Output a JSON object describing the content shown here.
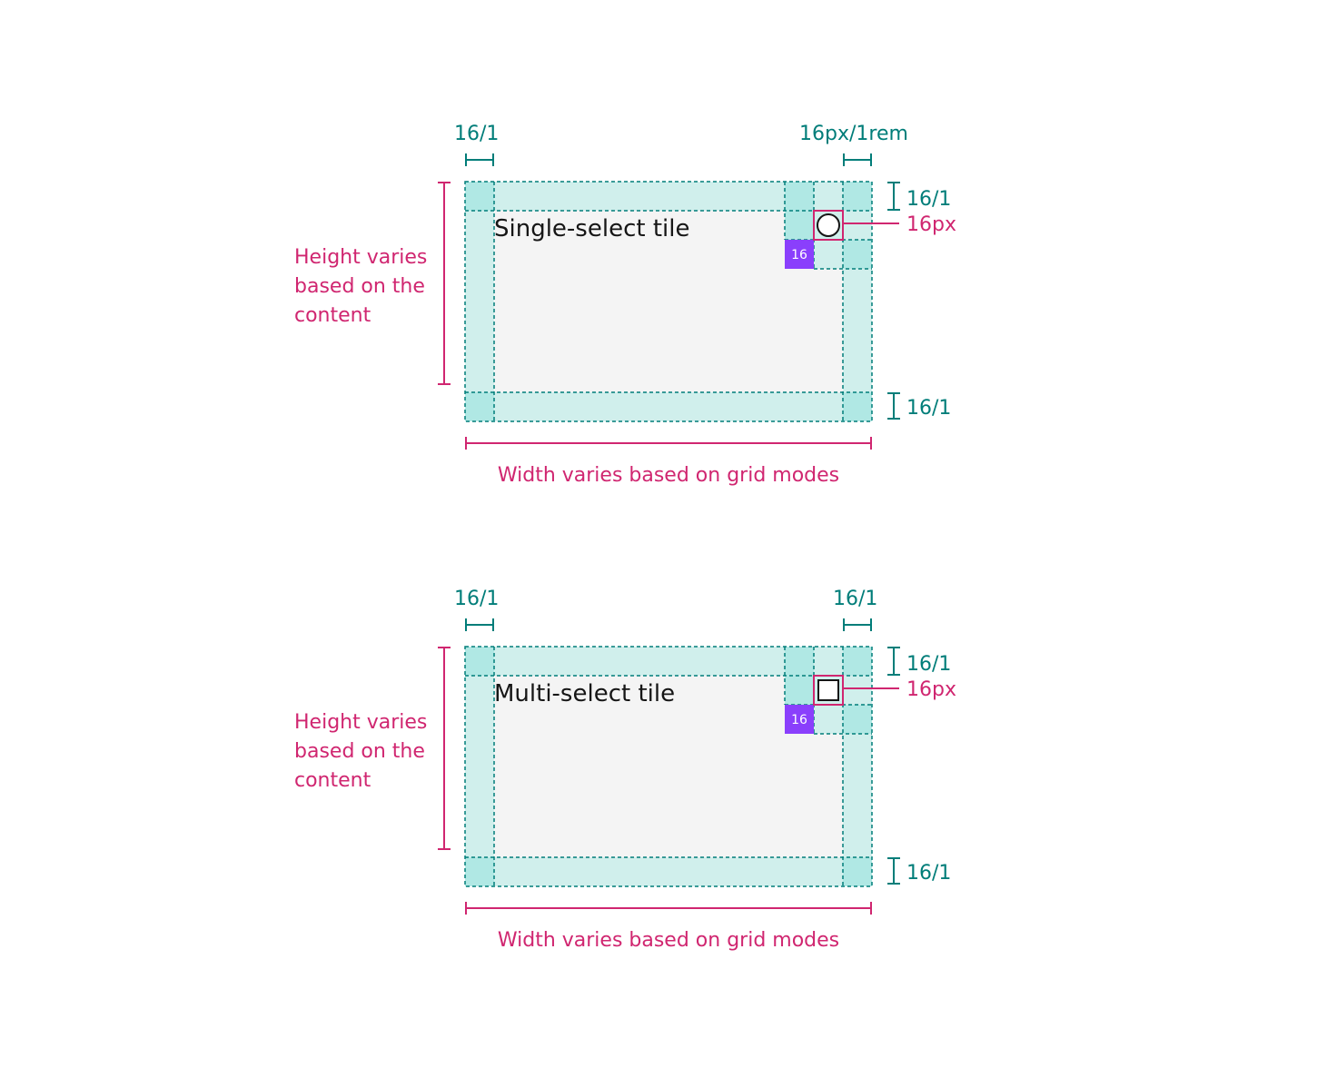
{
  "colors": {
    "tile_background": "#f4f4f4",
    "padding_fill": "#d0efec",
    "corner_fill": "#b0e8e4",
    "grid_line": "#007d79",
    "teal_annotation": "#007d79",
    "magenta_annotation": "#d02670",
    "badge": "#8a3ffc"
  },
  "diagrams": [
    {
      "tile_title": "Single-select tile",
      "control_icon": "radio-button-icon",
      "top_left_spacing": "16/1",
      "top_right_spacing": "16px/1rem",
      "right_top_spacing": "16/1",
      "control_size": "16px",
      "bottom_spacing": "16/1",
      "badge": "16",
      "height_note": [
        "Height varies",
        "based on the",
        "content"
      ],
      "width_note": "Width varies based on grid modes"
    },
    {
      "tile_title": "Multi-select tile",
      "control_icon": "checkbox-icon",
      "top_left_spacing": "16/1",
      "top_right_spacing": "16/1",
      "right_top_spacing": "16/1",
      "control_size": "16px",
      "bottom_spacing": "16/1",
      "badge": "16",
      "height_note": [
        "Height varies",
        "based on the",
        "content"
      ],
      "width_note": "Width varies based on grid modes"
    }
  ]
}
